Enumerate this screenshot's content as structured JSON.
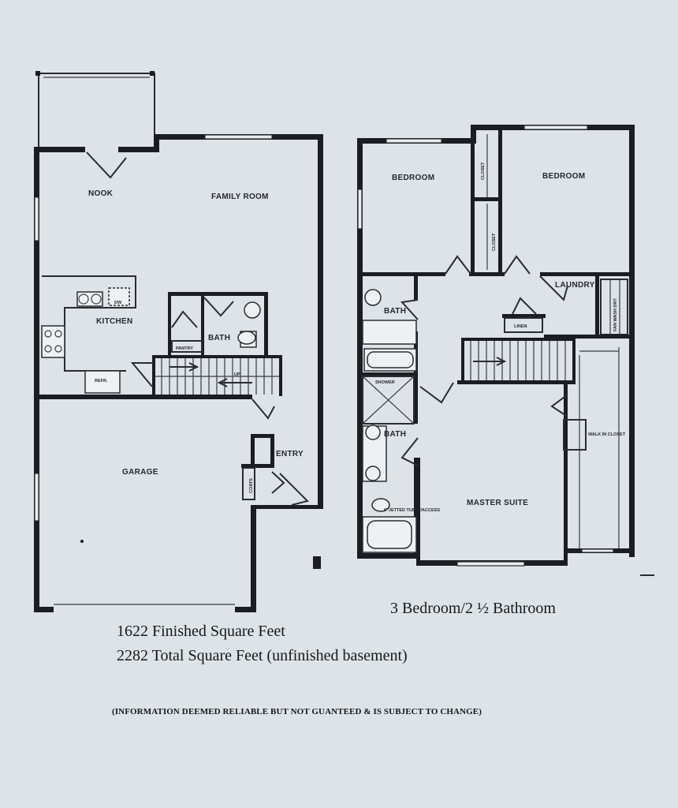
{
  "rooms": {
    "nook": "NOOK",
    "family_room": "FAMILY ROOM",
    "kitchen": "KITCHEN",
    "dw": "DW",
    "refr": "REFR.",
    "pantry": "PANTRY",
    "bath_main": "BATH",
    "up": "UP",
    "garage": "GARAGE",
    "entry": "ENTRY",
    "coats": "COATS",
    "bedroom_1": "BEDROOM",
    "bedroom_2": "BEDROOM",
    "closet_1": "CLOSET",
    "closet_2": "CLOSET",
    "laundry": "LAUNDRY",
    "fan_wash_dry": "FAN WASH DRY",
    "bath_upper_1": "BATH",
    "linen": "LINEN",
    "shower": "SHOWER",
    "bath_upper_2": "BATH",
    "walk_in_closet": "WALK IN CLOSET",
    "master_suite": "MASTER SUITE",
    "tub_note": "6' JETTED TUB W/ACCESS"
  },
  "captions": {
    "bedrooms_baths": "3 Bedroom/2 ½ Bathroom",
    "finished_sqft": "1622 Finished Square Feet",
    "total_sqft": "2282 Total Square Feet (unfinished basement)",
    "disclaimer": "(INFORMATION DEEMED RELIABLE BUT NOT GUANTEED & IS SUBJECT TO CHANGE)"
  }
}
